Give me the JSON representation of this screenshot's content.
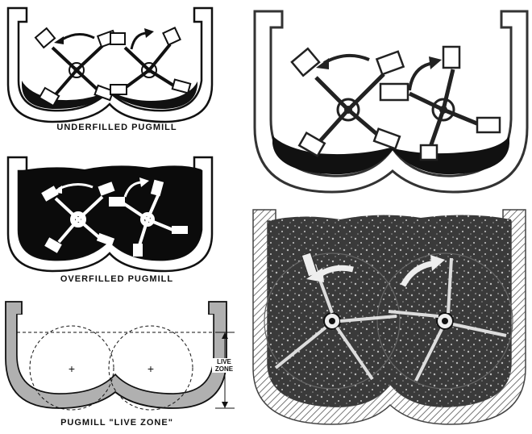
{
  "panels": {
    "underfilled": {
      "caption": "UNDERFILLED   PUGMILL"
    },
    "overfilled": {
      "caption": "OVERFILLED  PUGMILL"
    },
    "live_zone": {
      "caption": "PUGMILL  \"LIVE ZONE\"",
      "zone_label_line1": "LIVE",
      "zone_label_line2": "ZONE"
    }
  },
  "colors": {
    "ink": "#111111",
    "fill_dark": "#0b0b0b",
    "fill_gray": "#3a3a3a",
    "hatch": "#7a7a7a",
    "trough_gray": "#9a9a9a"
  }
}
